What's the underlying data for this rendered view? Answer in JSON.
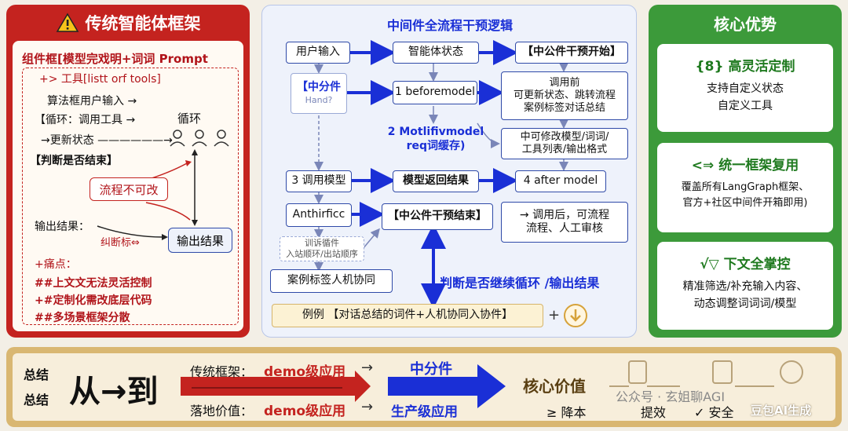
{
  "left": {
    "title": "传统智能体框架",
    "lines": [
      "组件框[模型完戏明+词词 Prompt",
      "+>  工具[listt orf tools]",
      "算法框用户输入 →",
      "【循环：调用工具 →",
      "循环",
      "→更新状态  ——————→",
      "【判断是否结束】",
      "流程不可改",
      "输出结果：",
      "纠断标⇔",
      "输出结果",
      "+痛点：",
      "##上文文无法灵活控制",
      "+#定制化需改底层代码",
      "##多场景框架分散"
    ]
  },
  "middle": {
    "title": "中间件全流程干预逻辑",
    "boxes": [
      "用户输入",
      "智能体状态",
      "【中公件干预开始】",
      "【中分件",
      "Hand?",
      "1 beforemodel",
      "调用前\n可更新状态、跳转流程\n案例标签对话总结",
      "2 Motlifivmodel\nreq词缓存)",
      "中可修改模型/词词/\n工具列表/输出格式",
      "3 调用模型",
      "模型返回结果",
      "4 after model",
      "Anthirficc",
      "【中公件干预结束】",
      "→ 调用后，可流程\n流程、人工审核",
      "训诉循件\n入站顺环/出站顺序",
      "案例标签人机协同",
      "判断是否继续循环 /输出结果",
      "例例 【对话总结的词件+人机协同入协件】",
      "+"
    ]
  },
  "right": {
    "title": "核心优势",
    "cards": [
      {
        "title": "{8} 高灵活定制",
        "desc": "支持自定义状态\n自定义工具"
      },
      {
        "title": "<⇒ 统一框架复用",
        "desc": "覆盖所有LangGraph框架、\n官方+社区中间件开箱即用)"
      },
      {
        "title": "√▽ 下文全掌控",
        "desc": "精准筛选/补充输入内容、\n动态调整词词词/模型"
      }
    ]
  },
  "bottom": {
    "label1": "总结",
    "label2": "总结",
    "from_to": "从→到",
    "row1_label": "传统框架：",
    "row1_value": "demo级应用",
    "row1_arrow": "→",
    "row2_label": "落地价值：",
    "row2_value": "demo级应用",
    "row2_arrow": "→",
    "middleware": "中分件",
    "production": "生产级应用",
    "core_value": "核心价值",
    "benefits": [
      "≥ 降本",
      "提效",
      "✓ 安全",
      "豆包AI生成"
    ],
    "watermark": "公众号 · 玄姐聊AGI"
  },
  "colors": {
    "red": "#c4231f",
    "blue": "#1a2fd6",
    "green": "#3c9a3a",
    "gold": "#d9b772"
  }
}
